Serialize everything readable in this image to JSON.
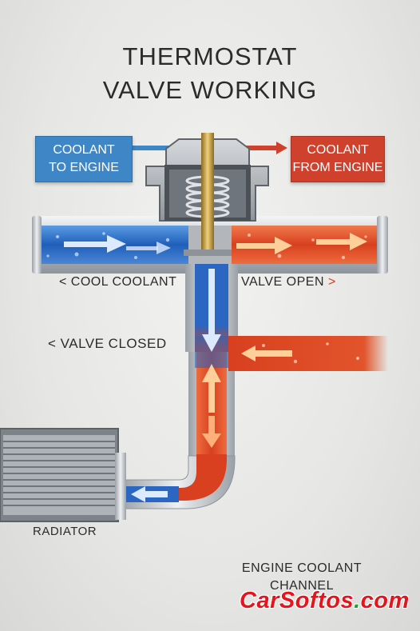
{
  "title": {
    "line1": "THERMOSTAT",
    "line2": "VALVE WORKING"
  },
  "boxes": {
    "to_engine": {
      "line1": "COOLANT",
      "line2": "TO ENGINE",
      "color": "#3f86c6"
    },
    "from_engine": {
      "line1": "COOLANT",
      "line2": "FROM ENGINE",
      "color": "#d0412d"
    }
  },
  "labels": {
    "cool_coolant": {
      "chevron": "<",
      "text": "COOL COOLANT"
    },
    "valve_open": {
      "text": "VALVE OPEN",
      "chevron": ">"
    },
    "valve_closed": {
      "chevron": "<",
      "text": "VALVE CLOSED"
    },
    "radiator": "RADIATOR",
    "engine_channel": {
      "line1": "ENGINE COOLANT",
      "line2": "CHANNEL"
    }
  },
  "watermark": {
    "brand": "CarSoftos",
    "dot": ".",
    "tld": "com"
  },
  "colors": {
    "cold": "#2f74c9",
    "hot": "#e0502e",
    "pipe": "#c9cdd2",
    "brass": "#c9a24a"
  },
  "icons": [
    "arrow-right-icon",
    "arrow-down-icon",
    "arrow-up-icon",
    "arrow-left-icon",
    "spring-icon",
    "radiator-icon"
  ]
}
